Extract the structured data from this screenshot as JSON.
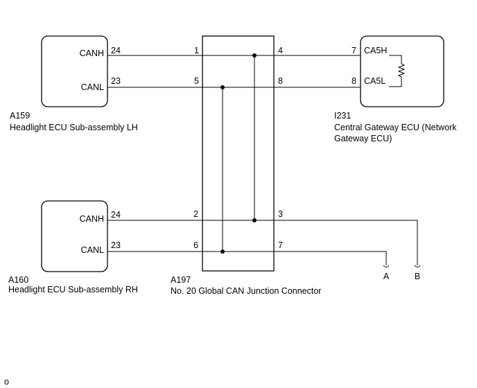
{
  "components": {
    "a159": {
      "ref": "A159",
      "name": "Headlight ECU Sub-assembly LH",
      "canh_label": "CANH",
      "canl_label": "CANL",
      "canh_pin": "24",
      "canl_pin": "23"
    },
    "a160": {
      "ref": "A160",
      "name": "Headlight ECU Sub-assembly RH",
      "canh_label": "CANH",
      "canl_label": "CANL",
      "canh_pin": "24",
      "canl_pin": "23"
    },
    "a197": {
      "ref": "A197",
      "name": "No. 20 Global CAN Junction Connector",
      "pins": [
        "1",
        "2",
        "3",
        "4",
        "5",
        "6",
        "7",
        "8"
      ]
    },
    "i231": {
      "ref": "I231",
      "name_line1": "Central Gateway ECU (Network",
      "name_line2": "Gateway ECU)",
      "ca5h_label": "CA5H",
      "ca5l_label": "CA5L",
      "ca5h_pin": "7",
      "ca5l_pin": "8"
    }
  },
  "terminals": {
    "a": "A",
    "b": "B"
  },
  "footer_mark": "o"
}
